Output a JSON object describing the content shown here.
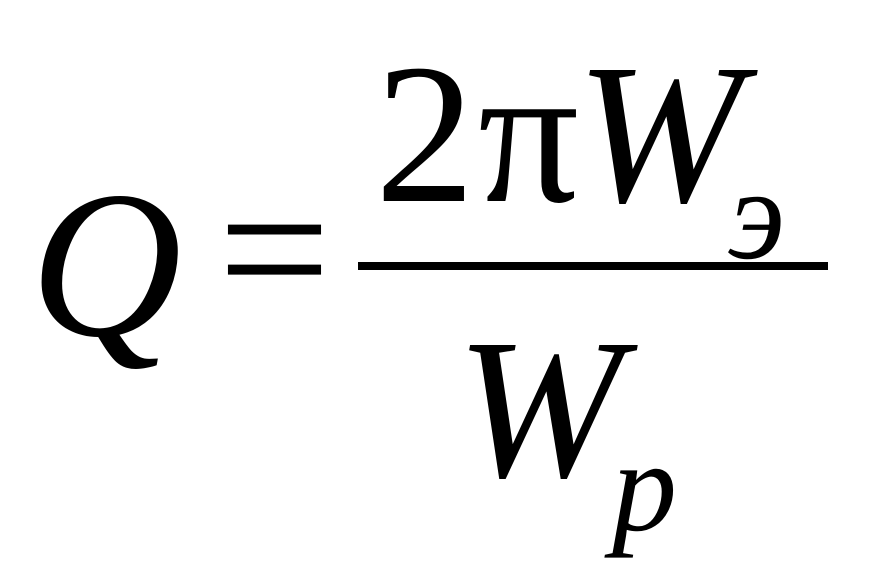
{
  "formula": {
    "lhs": "Q",
    "equals": "=",
    "numerator": {
      "coefficient": "2",
      "symbol": "π",
      "variable": "W",
      "subscript": "э"
    },
    "denominator": {
      "variable": "W",
      "subscript": "p"
    }
  }
}
